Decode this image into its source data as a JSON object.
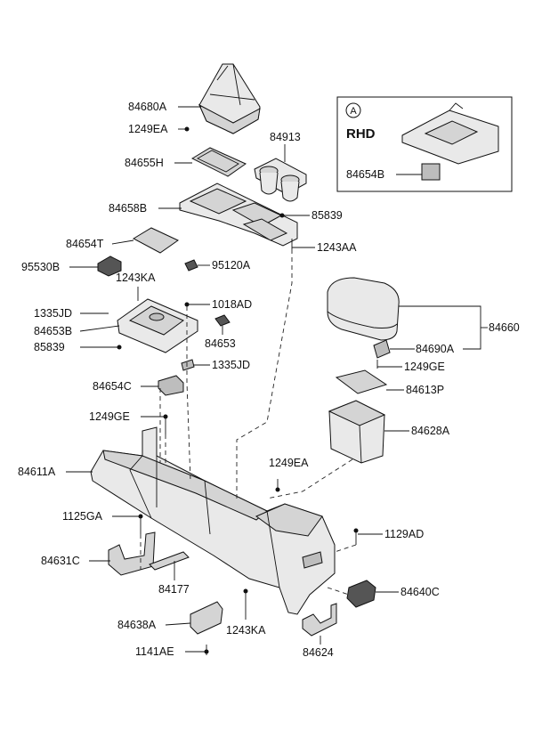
{
  "inset": {
    "marker": "A",
    "heading": "RHD",
    "part_label": "84654B"
  },
  "labels": [
    {
      "key": "p84680A",
      "text": "84680A"
    },
    {
      "key": "p1249EA_top",
      "text": "1249EA"
    },
    {
      "key": "p84913",
      "text": "84913"
    },
    {
      "key": "p84655H",
      "text": "84655H"
    },
    {
      "key": "p84658B",
      "text": "84658B"
    },
    {
      "key": "p85839_top",
      "text": "85839"
    },
    {
      "key": "p84654T",
      "text": "84654T"
    },
    {
      "key": "p1243AA",
      "text": "1243AA"
    },
    {
      "key": "p95530B",
      "text": "95530B"
    },
    {
      "key": "p95120A",
      "text": "95120A"
    },
    {
      "key": "p1243KA_top",
      "text": "1243KA"
    },
    {
      "key": "p1335JD_left",
      "text": "1335JD"
    },
    {
      "key": "p1018AD",
      "text": "1018AD"
    },
    {
      "key": "p84653B",
      "text": "84653B"
    },
    {
      "key": "p84653",
      "text": "84653"
    },
    {
      "key": "p85839_left",
      "text": "85839"
    },
    {
      "key": "p1335JD_right",
      "text": "1335JD"
    },
    {
      "key": "p84654C",
      "text": "84654C"
    },
    {
      "key": "p84660",
      "text": "84660"
    },
    {
      "key": "p84690A",
      "text": "84690A"
    },
    {
      "key": "p1249GE_right",
      "text": "1249GE"
    },
    {
      "key": "p84613P",
      "text": "84613P"
    },
    {
      "key": "p1249GE_left",
      "text": "1249GE"
    },
    {
      "key": "p84628A",
      "text": "84628A"
    },
    {
      "key": "p84611A",
      "text": "84611A"
    },
    {
      "key": "p1249EA_mid",
      "text": "1249EA"
    },
    {
      "key": "p1125GA",
      "text": "1125GA"
    },
    {
      "key": "p1129AD",
      "text": "1129AD"
    },
    {
      "key": "p84631C",
      "text": "84631C"
    },
    {
      "key": "p84177",
      "text": "84177"
    },
    {
      "key": "p84640C",
      "text": "84640C"
    },
    {
      "key": "p84638A",
      "text": "84638A"
    },
    {
      "key": "p1243KA_bottom",
      "text": "1243KA"
    },
    {
      "key": "p84624",
      "text": "84624"
    },
    {
      "key": "p1141AE",
      "text": "1141AE"
    }
  ]
}
